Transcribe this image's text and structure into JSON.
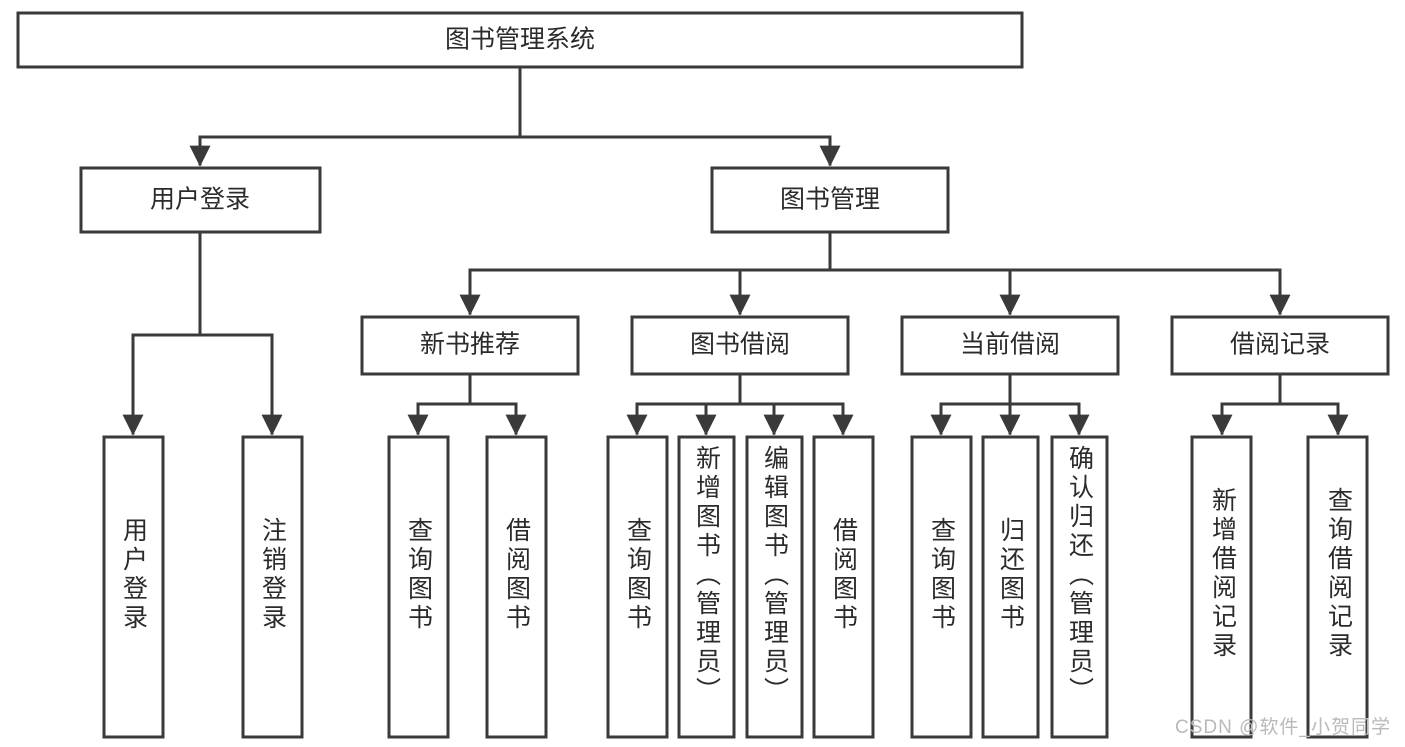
{
  "diagram": {
    "type": "tree",
    "title": "图书管理系统",
    "orientation": "top-down",
    "watermark": "CSDN @软件_小贺同学",
    "colors": {
      "stroke": "#3a3a3a",
      "fill": "#ffffff",
      "text": "#2b2b2b",
      "watermark": "#b9b9b9"
    },
    "root": {
      "label": "图书管理系统"
    },
    "level2": [
      {
        "id": "user-login",
        "label": "用户登录"
      },
      {
        "id": "book-manage",
        "label": "图书管理"
      }
    ],
    "level3": [
      {
        "id": "new-book-recommend",
        "label": "新书推荐",
        "parent": "book-manage"
      },
      {
        "id": "book-borrow",
        "label": "图书借阅",
        "parent": "book-manage"
      },
      {
        "id": "current-borrow",
        "label": "当前借阅",
        "parent": "book-manage"
      },
      {
        "id": "borrow-record",
        "label": "借阅记录",
        "parent": "book-manage"
      }
    ],
    "leaves": [
      {
        "id": "leaf-1",
        "label": "用户登录",
        "parent": "user-login"
      },
      {
        "id": "leaf-2",
        "label": "注销登录",
        "parent": "user-login"
      },
      {
        "id": "leaf-3",
        "label": "查询图书",
        "parent": "new-book-recommend"
      },
      {
        "id": "leaf-4",
        "label": "借阅图书",
        "parent": "new-book-recommend"
      },
      {
        "id": "leaf-5",
        "label": "查询图书",
        "parent": "book-borrow"
      },
      {
        "id": "leaf-6",
        "label": "新增图书（管理员）",
        "parent": "book-borrow"
      },
      {
        "id": "leaf-7",
        "label": "编辑图书（管理员）",
        "parent": "book-borrow"
      },
      {
        "id": "leaf-8",
        "label": "借阅图书",
        "parent": "book-borrow"
      },
      {
        "id": "leaf-9",
        "label": "查询图书",
        "parent": "current-borrow"
      },
      {
        "id": "leaf-10",
        "label": "归还图书",
        "parent": "current-borrow"
      },
      {
        "id": "leaf-11",
        "label": "确认归还（管理员）",
        "parent": "current-borrow"
      },
      {
        "id": "leaf-12",
        "label": "新增借阅记录",
        "parent": "borrow-record"
      },
      {
        "id": "leaf-13",
        "label": "查询借阅记录",
        "parent": "borrow-record"
      }
    ]
  }
}
